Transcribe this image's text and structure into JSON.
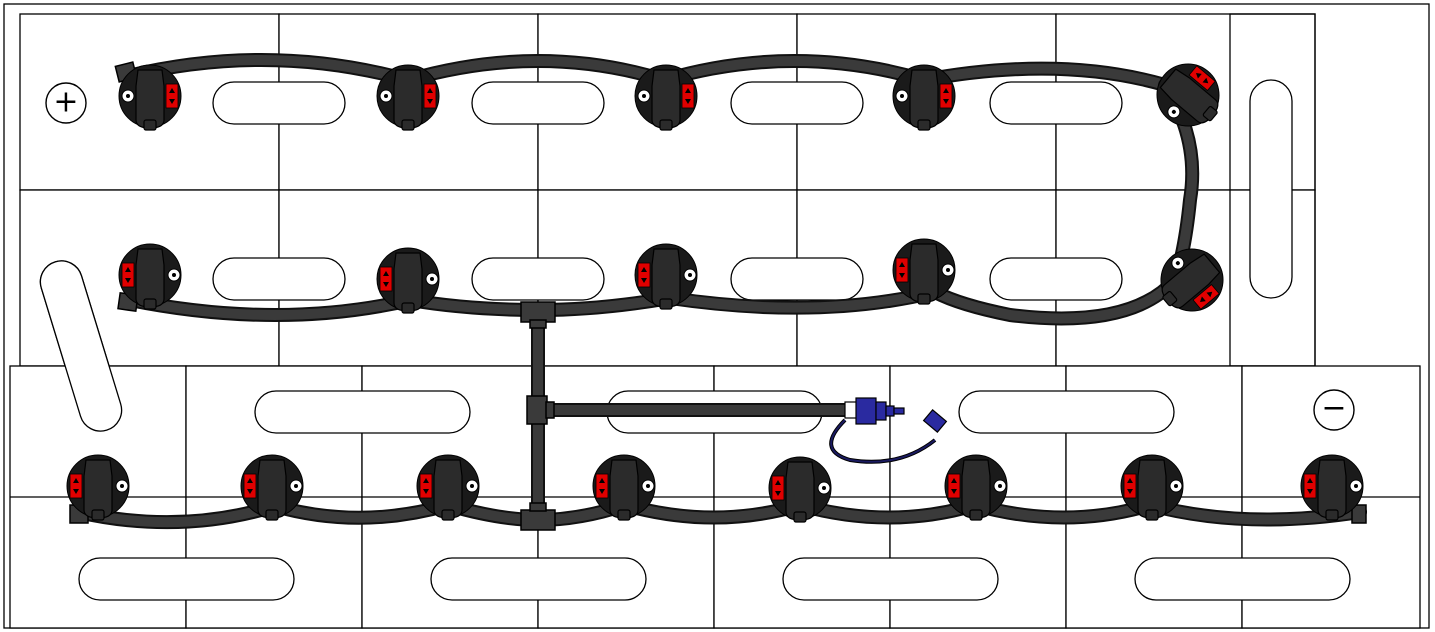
{
  "diagram": {
    "kind": "battery-watering-system-layout",
    "terminals": {
      "positive_symbol": "+",
      "negative_symbol": "−"
    },
    "rows": [
      {
        "name": "top-row",
        "cells": 5
      },
      {
        "name": "middle-row",
        "cells": 5
      },
      {
        "name": "bottom-row",
        "cells": 8
      }
    ],
    "colors": {
      "cable": "#3a3a3a",
      "plug_body": "#2b2b2b",
      "indicator": "#e00000",
      "coupler": "#2a2aa0",
      "hose": "#1a1a60"
    },
    "components": [
      "cell-plug",
      "tee-connector",
      "fill-coupler",
      "dust-cap",
      "tubing"
    ]
  }
}
